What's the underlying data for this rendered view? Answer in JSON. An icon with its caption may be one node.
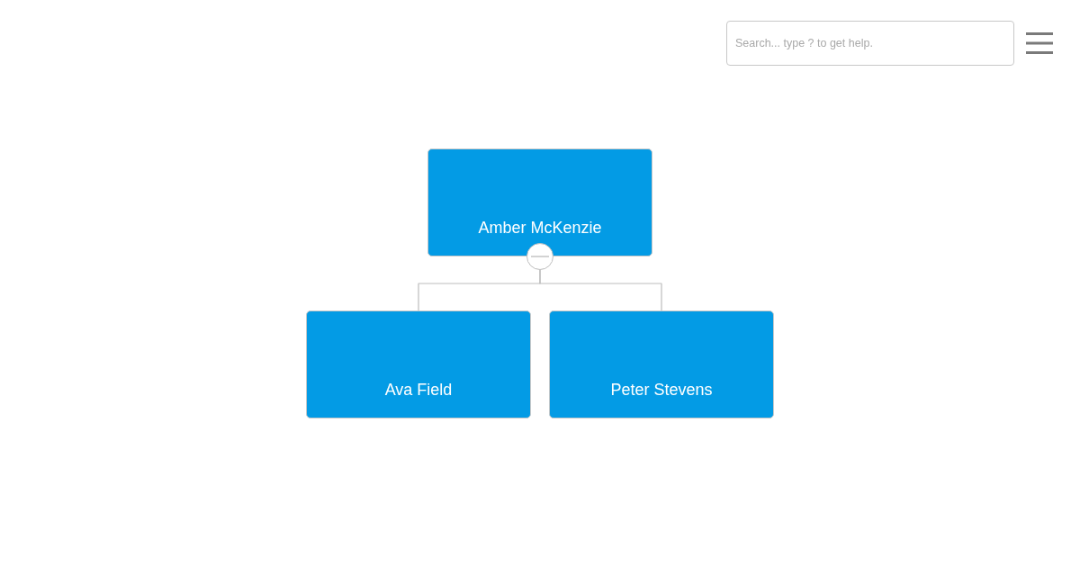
{
  "diagram": {
    "nodes": [
      {
        "text": [
          "Amber McKenzie"
        ]
      },
      {
        "text": [
          "Ava Field"
        ]
      },
      {
        "text": [
          "Peter Stevens"
        ]
      },
      {
        "text": [],
        "shape": "circle"
      }
    ],
    "edges": [
      {
        "from": 3,
        "to": 1,
        "arrow": "none"
      },
      {
        "from": 3,
        "to": 2,
        "arrow": "none"
      }
    ],
    "labels": [
      "Search... type ? to get help."
    ]
  }
}
